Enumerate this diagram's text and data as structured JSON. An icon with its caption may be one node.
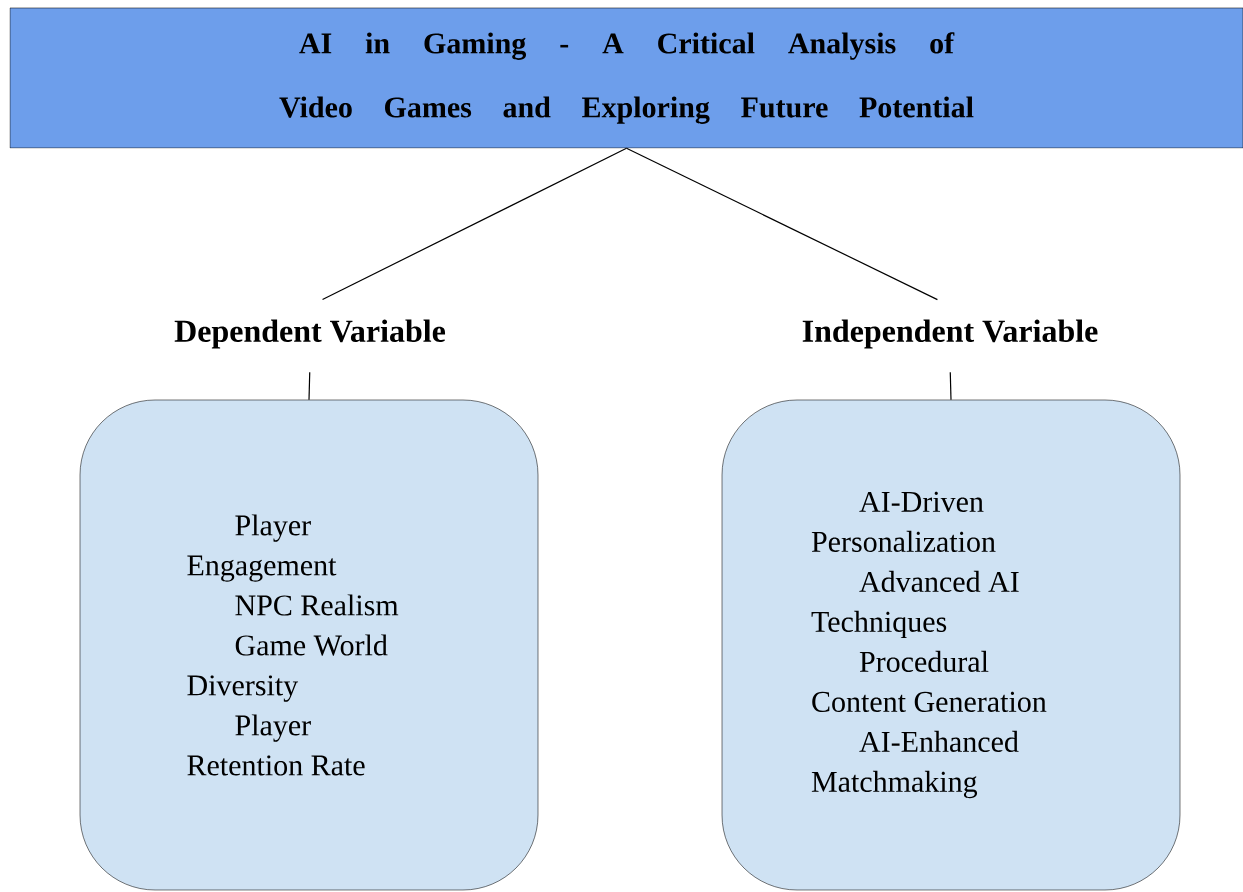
{
  "diagram": {
    "nodes": [
      {
        "text": [
          "AI in Gaming - A Critical Analysis of Video Games and Exploring Future Potential"
        ]
      },
      {
        "text": [
          "Dependent Variable"
        ]
      },
      {
        "text": [
          "Independent Variable"
        ]
      },
      {
        "text": [
          "Player Engagement",
          "NPC Realism",
          "Game World Diversity",
          "Player Retention Rate"
        ]
      },
      {
        "text": [
          "AI-Driven Personalization",
          "Advanced AI Techniques",
          "Procedural Content Generation",
          "AI-Enhanced Matchmaking"
        ]
      }
    ],
    "edges": [
      {
        "from": 0,
        "to": 1,
        "arrow": "none"
      },
      {
        "from": 0,
        "to": 2,
        "arrow": "none"
      },
      {
        "from": 1,
        "to": 3,
        "arrow": "none"
      },
      {
        "from": 2,
        "to": 4,
        "arrow": "none"
      }
    ]
  }
}
